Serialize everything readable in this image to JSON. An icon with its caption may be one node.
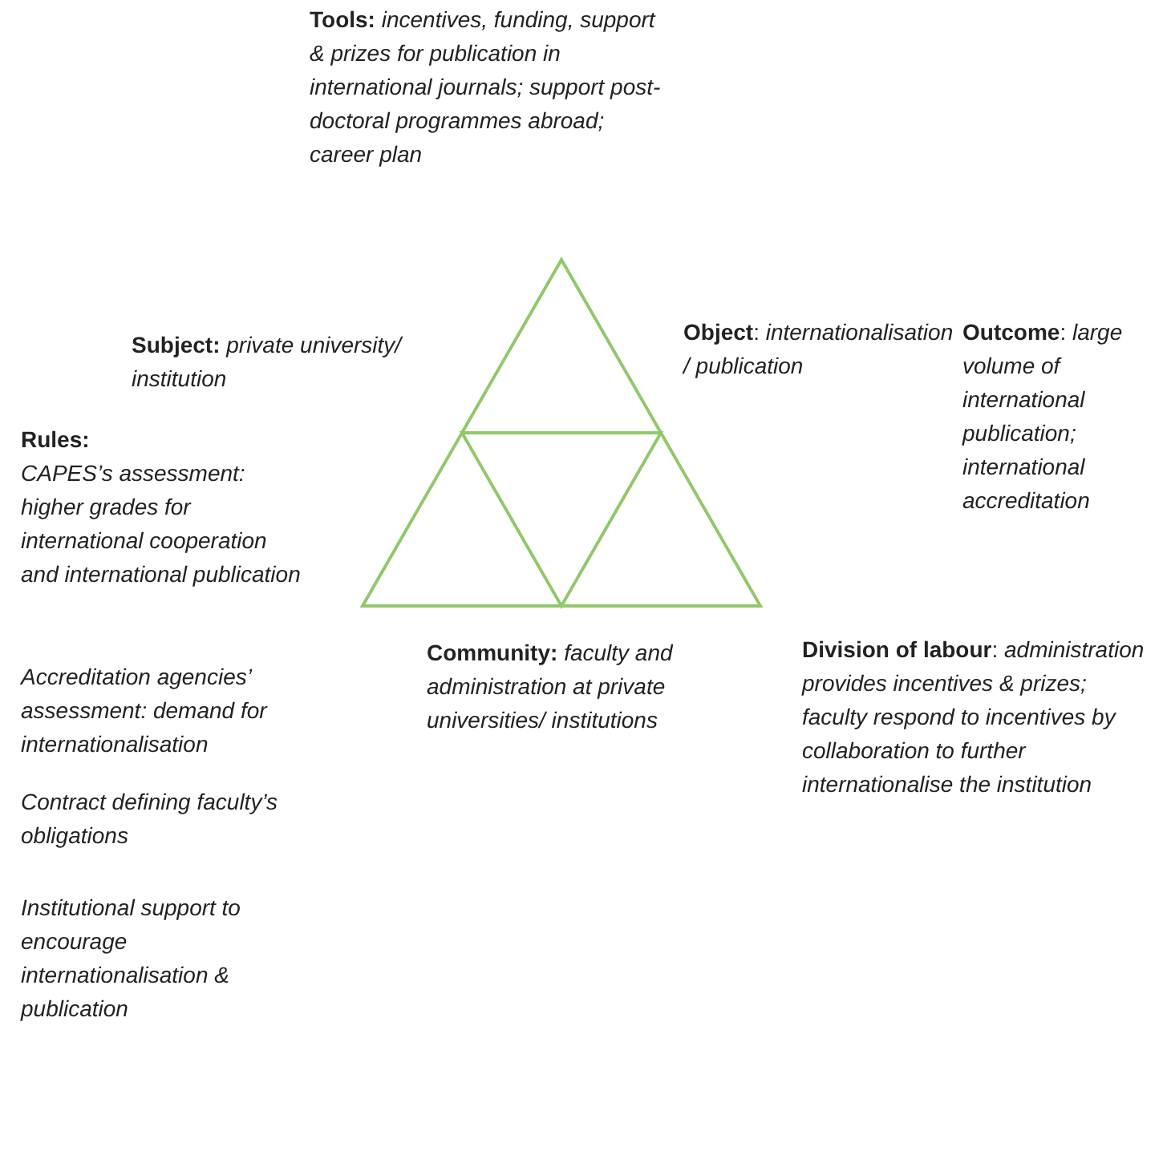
{
  "diagram": {
    "labels": [
      "**Tools:** *incentives, funding, support & prizes for publication in international journals; support post-doctoral programmes abroad; career plan*",
      "**Subject:** *private university/ institution*",
      "**Object**: *internationalisation / publication*",
      "**Outcome**: *large volume of international publication; international accreditation*",
      "Rules:",
      "CAPES’s assessment: higher grades for international cooperation and international publication",
      "Accreditation agencies’ assessment: demand for internationalisation",
      "Contract defining faculty’s obligations",
      "Institutional support to encourage internationalisation & publication",
      "**Community:** *faculty and administration at private universities/ institutions*",
      "**Division of labour**: *administration provides incentives & prizes; faculty respond to incentives by collaboration to further internationalise the institution*"
    ]
  }
}
